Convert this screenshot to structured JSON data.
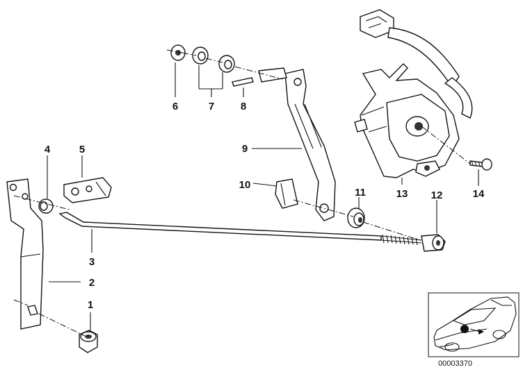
{
  "callouts": [
    {
      "id": "p1",
      "label": "1"
    },
    {
      "id": "p2",
      "label": "2"
    },
    {
      "id": "p3",
      "label": "3"
    },
    {
      "id": "p4",
      "label": "4"
    },
    {
      "id": "p5",
      "label": "5"
    },
    {
      "id": "p6",
      "label": "6"
    },
    {
      "id": "p7",
      "label": "7"
    },
    {
      "id": "p8",
      "label": "8"
    },
    {
      "id": "p9",
      "label": "9"
    },
    {
      "id": "p10",
      "label": "10"
    },
    {
      "id": "p11",
      "label": "11"
    },
    {
      "id": "p12",
      "label": "12"
    },
    {
      "id": "p13",
      "label": "13"
    },
    {
      "id": "p14",
      "label": "14"
    }
  ],
  "diagram_ref": "00003370"
}
